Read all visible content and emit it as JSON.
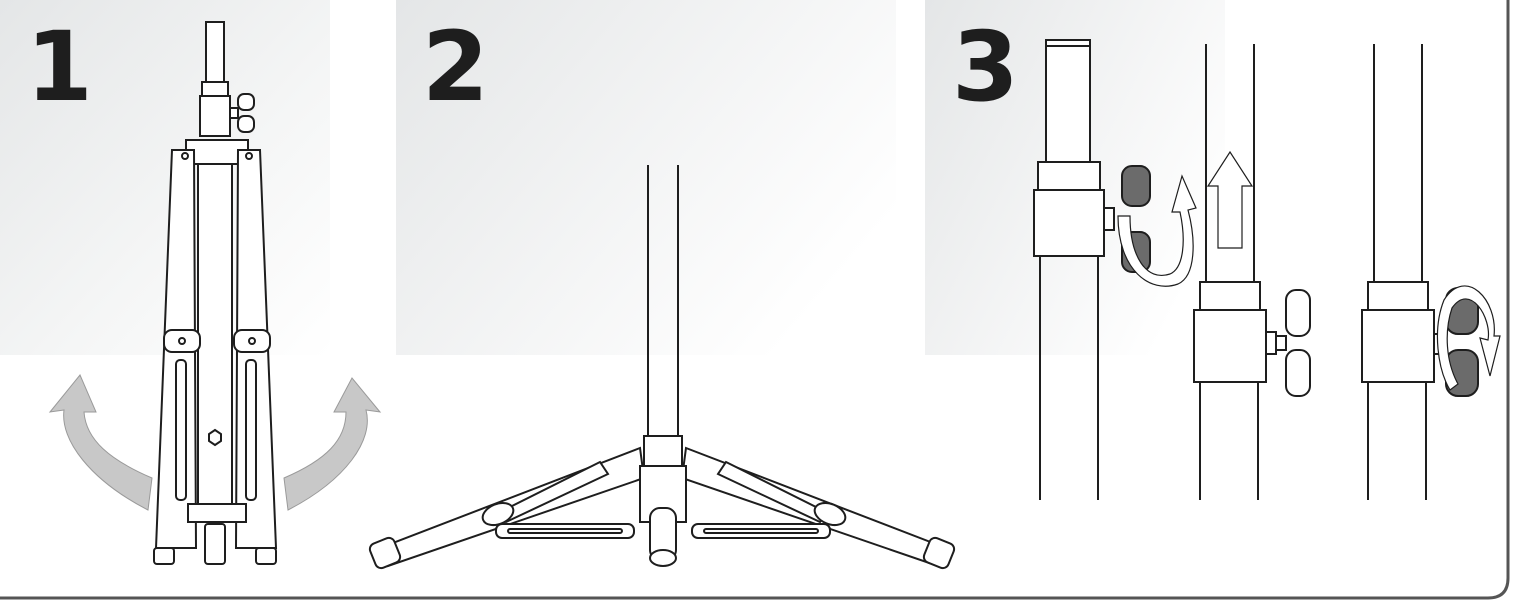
{
  "steps": [
    {
      "number": "1",
      "illustration": "folded-tripod-stand",
      "arrows": "unfold-legs-outward"
    },
    {
      "number": "2",
      "illustration": "opened-tripod-base",
      "arrows": ""
    },
    {
      "number": "3",
      "illustration": "telescoping-pole-wing-nut",
      "arrows": "loosen-raise-tighten"
    }
  ],
  "colors": {
    "line": "#1e1e1e",
    "arrow_fill": "#c8c8c8",
    "knob_fill": "#6b6b6b",
    "panel_gradient_start": "#e6e8e9",
    "panel_gradient_end": "#ffffff",
    "border": "#555555"
  }
}
